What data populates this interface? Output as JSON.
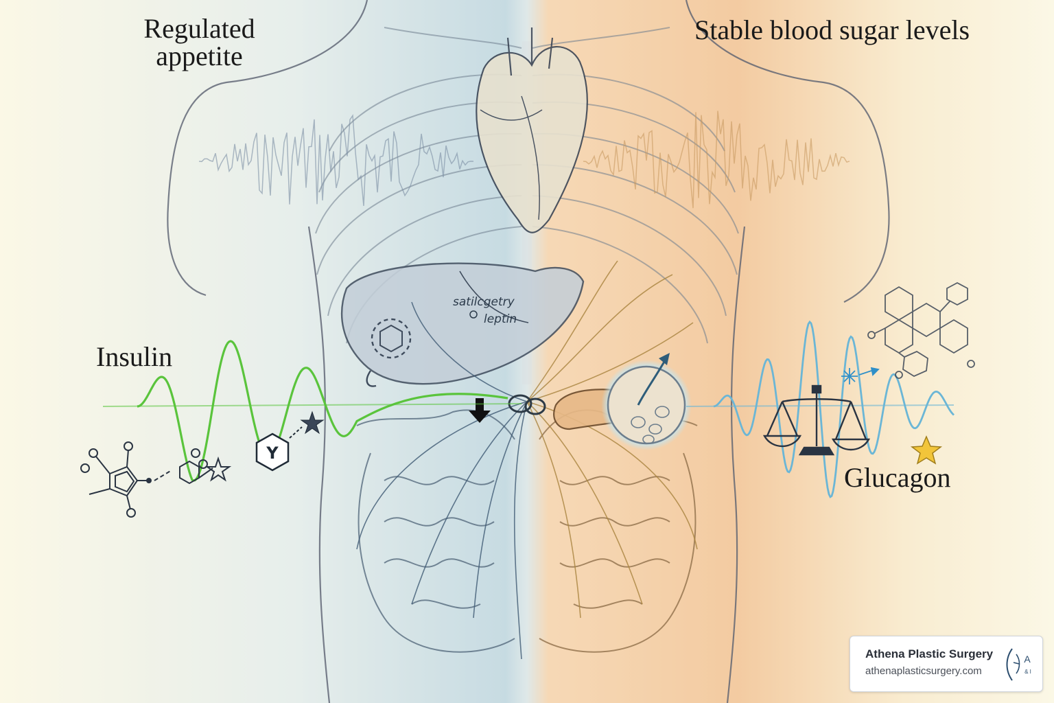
{
  "labels": {
    "regulated_appetite": "Regulated\nappetite",
    "stable_blood_sugar": "Stable blood sugar levels",
    "insulin": "Insulin",
    "glucagon": "Glucagon"
  },
  "organ_labels": {
    "line1": "satilcgetry",
    "line2": "leptin"
  },
  "badge_letter": "Y",
  "watermark": {
    "name": "Athena Plastic Surgery",
    "url": "athenaplasticsurgery.com",
    "logo_letters": "A",
    "logo_sub": "& I"
  },
  "colors": {
    "insulin_wave": "#5ac43c",
    "glucagon_wave": "#6bb6d6",
    "left_tint": "#a9cde3",
    "right_tint": "#efb27a",
    "star_gold": "#f2c53a"
  },
  "icons": [
    "heart-icon",
    "liver-icon",
    "pancreas-icon",
    "intestines-icon",
    "balance-scale-icon",
    "molecule-icon",
    "star-icon",
    "down-arrow-icon"
  ]
}
